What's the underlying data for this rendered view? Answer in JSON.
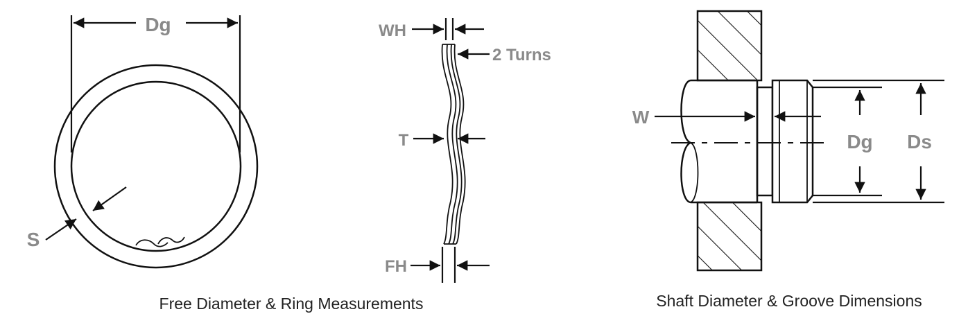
{
  "left_figure": {
    "labels": {
      "dg": "Dg",
      "s": "S",
      "wh": "WH",
      "turns": "2 Turns",
      "t": "T",
      "fh": "FH"
    },
    "caption": "Free Diameter & Ring Measurements"
  },
  "right_figure": {
    "labels": {
      "w": "W",
      "dg": "Dg",
      "ds": "Ds"
    },
    "caption": "Shaft Diameter & Groove Dimensions"
  },
  "colors": {
    "line": "#111111",
    "label": "#8a8a8a",
    "caption": "#222222"
  }
}
